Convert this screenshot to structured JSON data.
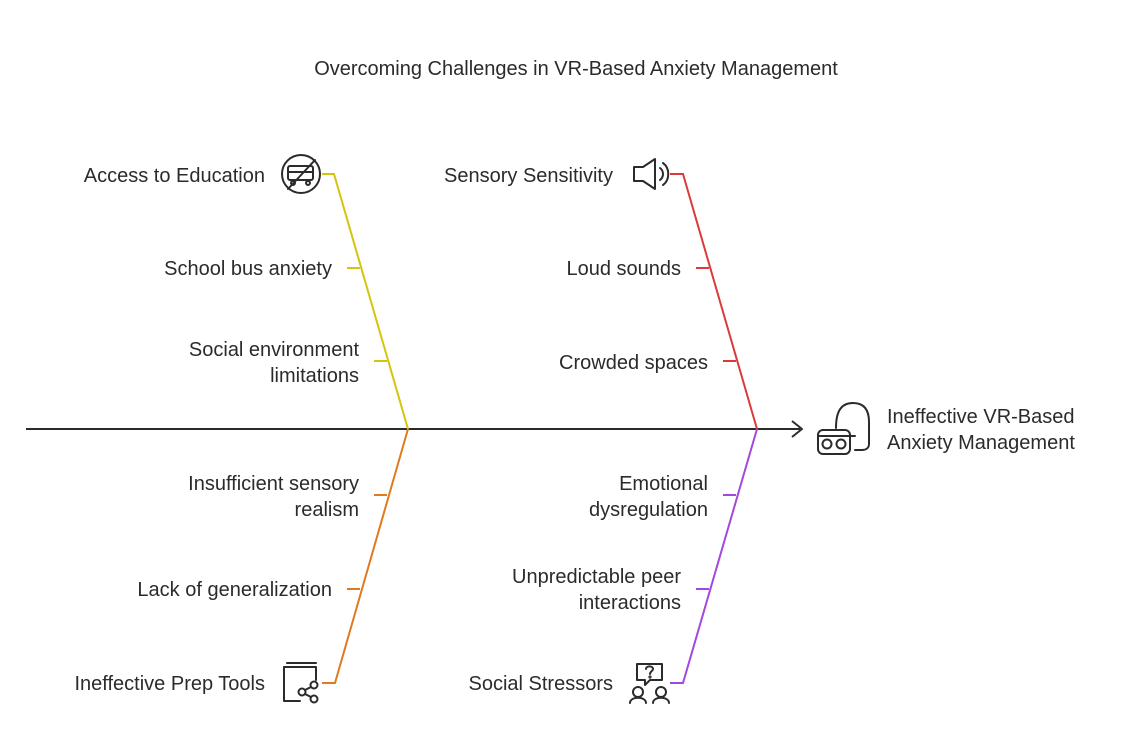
{
  "title": "Overcoming Challenges in VR-Based Anxiety Management",
  "effect": {
    "label_lines": [
      "Ineffective VR-Based",
      "Anxiety Management"
    ],
    "icon": "vr-headset-icon"
  },
  "categories": {
    "access_to_education": {
      "label": "Access to Education",
      "icon": "no-bus-icon",
      "color": "#d4c40e",
      "causes": {
        "c1": [
          "School bus anxiety"
        ],
        "c2": [
          "Social environment",
          "limitations"
        ]
      }
    },
    "sensory_sensitivity": {
      "label": "Sensory Sensitivity",
      "icon": "speaker-icon",
      "color": "#dc3a3a",
      "causes": {
        "c1": [
          "Loud sounds"
        ],
        "c2": [
          "Crowded spaces"
        ]
      }
    },
    "ineffective_prep_tools": {
      "label": "Ineffective Prep Tools",
      "icon": "share-tool-icon",
      "color": "#e07a1e",
      "causes": {
        "c1": [
          "Insufficient sensory",
          "realism"
        ],
        "c2": [
          "Lack of generalization"
        ]
      }
    },
    "social_stressors": {
      "label": "Social Stressors",
      "icon": "people-question-icon",
      "color": "#a347e0",
      "causes": {
        "c1": [
          "Emotional",
          "dysregulation"
        ],
        "c2": [
          "Unpredictable peer",
          "interactions"
        ]
      }
    }
  },
  "spine_color": "#2b2b2b"
}
